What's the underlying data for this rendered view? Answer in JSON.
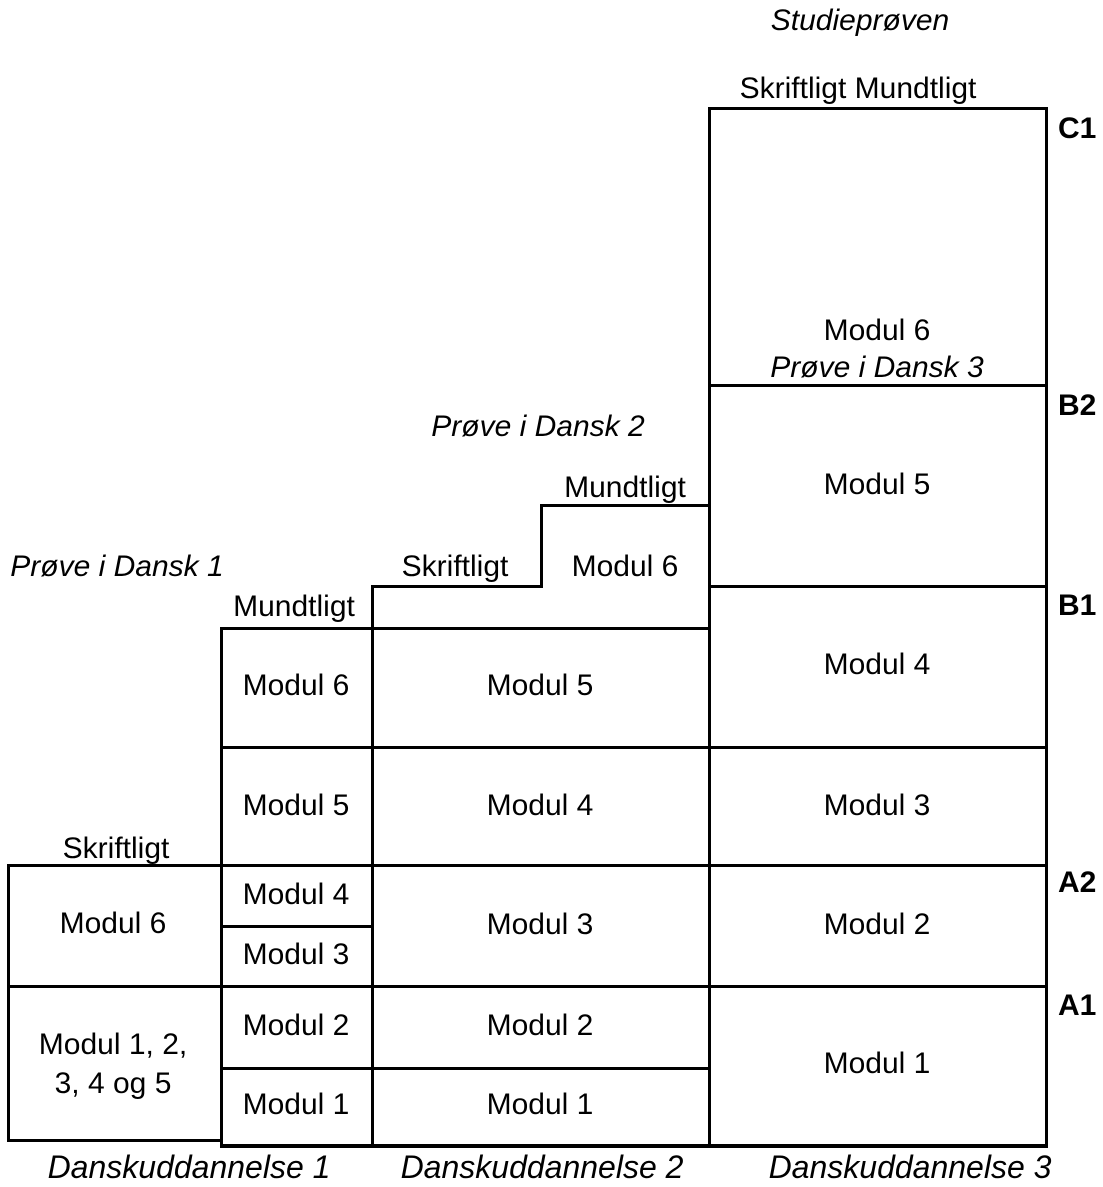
{
  "diagram": {
    "levels": {
      "c1": "C1",
      "b2": "B2",
      "b1": "B1",
      "a2": "A2",
      "a1": "A1"
    },
    "danskuddannelse1": {
      "exam_label": "Prøve i Dansk 1",
      "oral_label": "Mundtligt",
      "written_label": "Skriftligt",
      "written_module": "Modul 6",
      "base_modules_line1": "Modul 1, 2,",
      "base_modules_line2": "3, 4 og 5",
      "modules": [
        "Modul 6",
        "Modul 5",
        "Modul 4",
        "Modul 3",
        "Modul 2",
        "Modul 1"
      ],
      "footer": "Danskuddannelse 1"
    },
    "danskuddannelse2": {
      "exam_label": "Prøve i Dansk 2",
      "oral_label": "Mundtligt",
      "written_label": "Skriftligt",
      "modules": [
        "Modul 6",
        "Modul 5",
        "Modul 4",
        "Modul 3",
        "Modul 2",
        "Modul 1"
      ],
      "footer": "Danskuddannelse 2"
    },
    "danskuddannelse3": {
      "exam_label": "Studieprøven",
      "exam_parts_label": "Skriftligt Mundtligt",
      "top_module": "Modul 6",
      "top_module_exam": "Prøve i Dansk 3",
      "modules": [
        "Modul 5",
        "Modul 4",
        "Modul 3",
        "Modul 2",
        "Modul 1"
      ],
      "footer": "Danskuddannelse 3"
    }
  }
}
